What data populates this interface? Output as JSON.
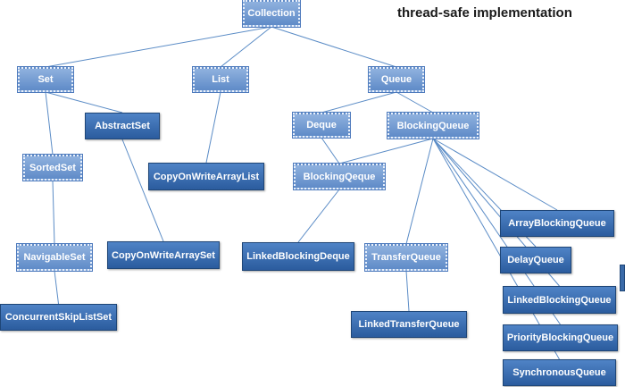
{
  "title": "thread-safe implementation",
  "colors": {
    "interface_fill": "#7ea3d6",
    "class_fill": "#3d6fb1",
    "edge": "#5b8cc6"
  },
  "nodes": {
    "collection": "Collection",
    "set": "Set",
    "list": "List",
    "queue": "Queue",
    "abstract_set": "AbstractSet",
    "sorted_set": "SortedSet",
    "navigable_set": "NavigableSet",
    "concurrent_skip_list_set": "ConcurrentSkipListSet",
    "copy_on_write_array_set": "CopyOnWriteArraySet",
    "copy_on_write_array_list": "CopyOnWriteArrayList",
    "deque": "Deque",
    "blocking_queue": "BlockingQueue",
    "blocking_deque": "BlockingQeque",
    "linked_blocking_deque": "LinkedBlockingDeque",
    "transfer_queue": "TransferQueue",
    "linked_transfer_queue": "LinkedTransferQueue",
    "array_blocking_queue": "ArrayBlockingQueue",
    "delay_queue": "DelayQueue",
    "linked_blocking_queue": "LinkedBlockingQueue",
    "priority_blocking_queue": "PriorityBlockingQueue",
    "synchronous_queue": "SynchronousQueue"
  },
  "edges": [
    [
      "collection",
      "set"
    ],
    [
      "collection",
      "list"
    ],
    [
      "collection",
      "queue"
    ],
    [
      "set",
      "abstract_set"
    ],
    [
      "set",
      "sorted_set"
    ],
    [
      "sorted_set",
      "navigable_set"
    ],
    [
      "navigable_set",
      "concurrent_skip_list_set"
    ],
    [
      "abstract_set",
      "copy_on_write_array_set"
    ],
    [
      "list",
      "copy_on_write_array_list"
    ],
    [
      "queue",
      "deque"
    ],
    [
      "queue",
      "blocking_queue"
    ],
    [
      "deque",
      "blocking_deque"
    ],
    [
      "blocking_queue",
      "blocking_deque"
    ],
    [
      "blocking_deque",
      "linked_blocking_deque"
    ],
    [
      "blocking_queue",
      "transfer_queue"
    ],
    [
      "transfer_queue",
      "linked_transfer_queue"
    ],
    [
      "blocking_queue",
      "array_blocking_queue"
    ],
    [
      "blocking_queue",
      "delay_queue"
    ],
    [
      "blocking_queue",
      "linked_blocking_queue"
    ],
    [
      "blocking_queue",
      "priority_blocking_queue"
    ],
    [
      "blocking_queue",
      "synchronous_queue"
    ]
  ]
}
